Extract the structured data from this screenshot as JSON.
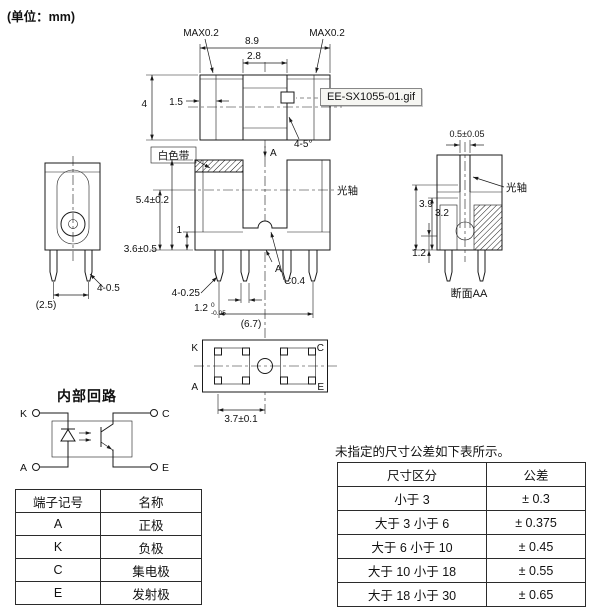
{
  "unit_note": "(单位：mm)",
  "drawing": {
    "top_view": {
      "max_left": "MAX0.2",
      "max_right": "MAX0.2",
      "dim_total_width": "8.9",
      "dim_slot_width": "2.8",
      "dim_depth": "4",
      "dim_wall": "1.5",
      "image_label": "EE-SX1055-01.gif",
      "slot_angle": "4-5°"
    },
    "front_view": {
      "white_band_label": "白色带",
      "optical_axis_label": "光轴",
      "dim_height": "5.4±0.2",
      "dim_lip": "1",
      "dim_axis_to_bottom": "3.6±0.5",
      "section_mark_top": "A",
      "section_mark_bottom": "A",
      "chamfer": "C0.4",
      "dim_pin_thickness": "4-0.25",
      "dim_pin_width": "1.2",
      "dim_pin_width_tol_upper": "0",
      "dim_pin_width_tol_lower": "-0.05",
      "dim_pin_span": "(6.7)"
    },
    "side_view": {
      "dim_pin": "4-0.5",
      "dim_pin_pitch": "(2.5)"
    },
    "section_view": {
      "dim_slit": "0.5±0.05",
      "optical_axis_label": "光轴",
      "dim_emitter_height": "3.9",
      "dim_detector_height": "3.2",
      "dim_base": "1.2",
      "caption": "断面AA"
    },
    "bottom_view": {
      "pin_k": "K",
      "pin_c": "C",
      "pin_a": "A",
      "pin_e": "E",
      "dim_axis_offset": "3.7±0.1"
    }
  },
  "circuit": {
    "title": "内部回路",
    "pin_k": "K",
    "pin_c": "C",
    "pin_a": "A",
    "pin_e": "E"
  },
  "terminal_table": {
    "headers": [
      "端子记号",
      "名称"
    ],
    "rows": [
      [
        "A",
        "正极"
      ],
      [
        "K",
        "负极"
      ],
      [
        "C",
        "集电极"
      ],
      [
        "E",
        "发射极"
      ]
    ]
  },
  "tolerance_note": "未指定的尺寸公差如下表所示。",
  "tolerance_table": {
    "headers": [
      "尺寸区分",
      "公差"
    ],
    "rows": [
      [
        "小于 3",
        "± 0.3"
      ],
      [
        "大于 3 小于 6",
        "± 0.375"
      ],
      [
        "大于 6 小于 10",
        "± 0.45"
      ],
      [
        "大于 10 小于 18",
        "± 0.55"
      ],
      [
        "大于 18 小于 30",
        "± 0.65"
      ]
    ]
  },
  "colors": {
    "line": "#1a1a1a",
    "background": "#ffffff",
    "tooltip_background": "#f6f6f2"
  }
}
